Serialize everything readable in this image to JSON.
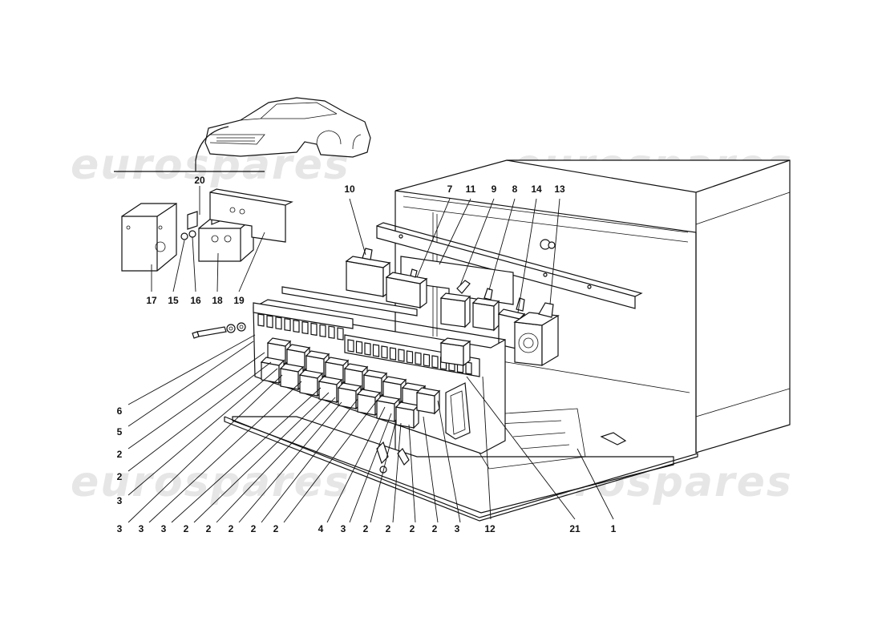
{
  "watermark": "eurospares",
  "callouts": [
    "20",
    "10",
    "7",
    "11",
    "9",
    "8",
    "14",
    "13",
    "17",
    "15",
    "16",
    "18",
    "19",
    "6",
    "5",
    "2",
    "2",
    "3",
    "3",
    "3",
    "3",
    "2",
    "2",
    "2",
    "2",
    "2",
    "4",
    "3",
    "2",
    "2",
    "2",
    "2",
    "3",
    "12",
    "21",
    "1"
  ]
}
